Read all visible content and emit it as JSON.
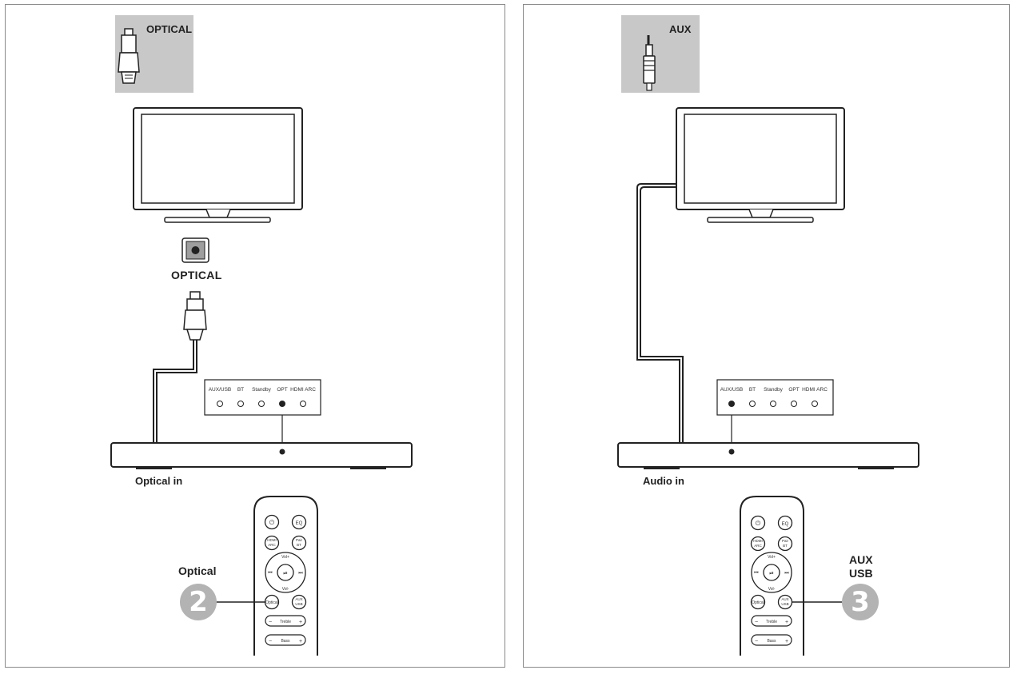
{
  "left": {
    "tag_label": "OPTICAL",
    "port_label": "OPTICAL",
    "input_label": "Optical in",
    "remote_label": "Optical",
    "step_number": "2",
    "indicators": [
      "AUX/USB",
      "BT",
      "Standby",
      "OPT",
      "HDMI ARC"
    ],
    "active_indicator": "OPT"
  },
  "right": {
    "tag_label": "AUX",
    "input_label": "Audio in",
    "remote_label_line1": "AUX",
    "remote_label_line2": "USB",
    "step_number": "3",
    "indicators": [
      "AUX/USB",
      "BT",
      "Standby",
      "OPT",
      "HDMI ARC"
    ],
    "active_indicator": "AUX/USB"
  },
  "remote": {
    "vol_plus": "Vol+",
    "vol_minus": "Vol-",
    "optical_btn": "Optical",
    "aux_usb_btn_line1": "AUX",
    "aux_usb_btn_line2": "USB",
    "hdmi_arc_line1": "HDMI",
    "hdmi_arc_line2": "ARC",
    "bt_line1": "Pair",
    "bt_line2": "BT",
    "treble": "Treble",
    "bass": "Bass",
    "minus": "−",
    "plus": "+"
  }
}
